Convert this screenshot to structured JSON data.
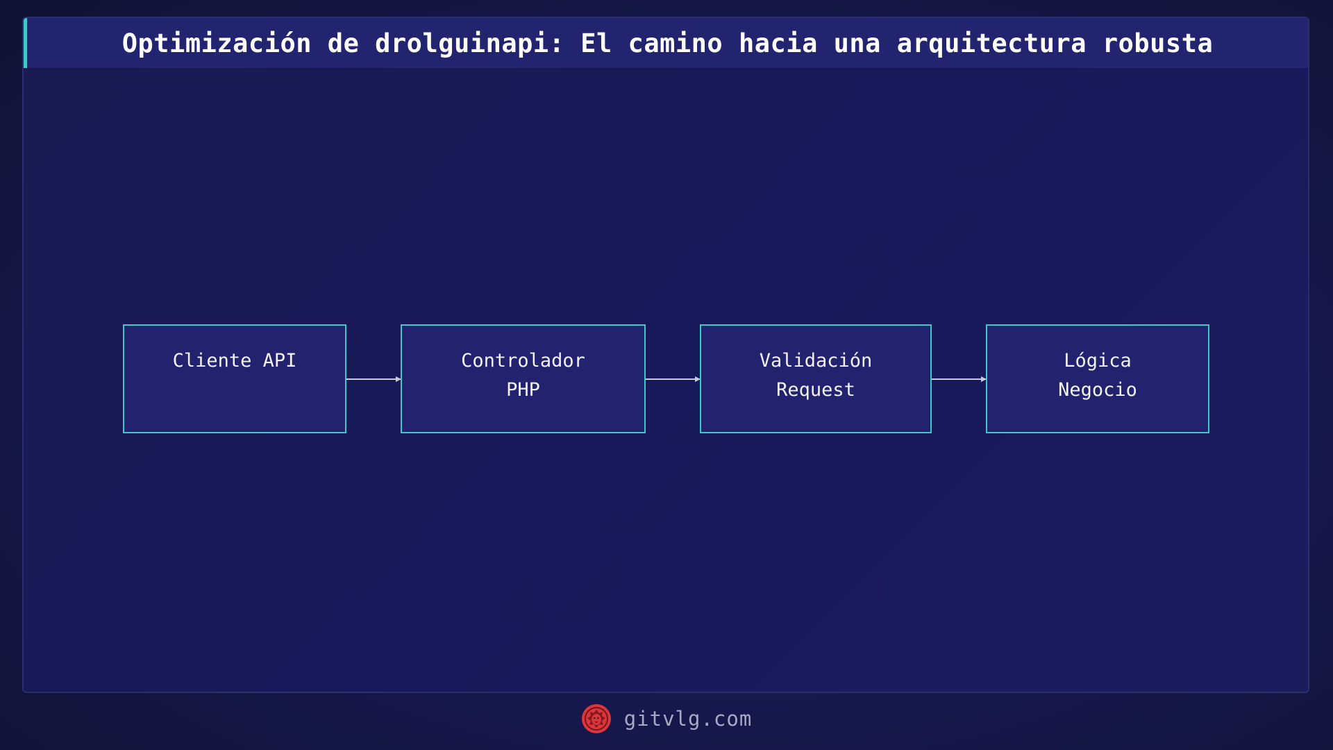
{
  "header": {
    "title": "Optimización de drolguinapi: El camino hacia una arquitectura robusta"
  },
  "diagram": {
    "nodes": [
      {
        "lines": [
          "Cliente API"
        ]
      },
      {
        "lines": [
          "Controlador",
          "PHP"
        ]
      },
      {
        "lines": [
          "Validación",
          "Request"
        ]
      },
      {
        "lines": [
          "Lógica",
          "Negocio"
        ]
      }
    ],
    "edges": [
      {
        "from": 0,
        "to": 1
      },
      {
        "from": 1,
        "to": 2
      },
      {
        "from": 2,
        "to": 3
      }
    ]
  },
  "footer": {
    "site": "gitvlg.com",
    "logo_icon": "lion-logo-icon"
  },
  "colors": {
    "background": "#111238",
    "panel": "#1a1a52",
    "title_bar": "#222470",
    "accent": "#3ec9c9",
    "node_fill": "#22226e",
    "arrow": "#c9cadc",
    "logo": "#d9363e"
  }
}
